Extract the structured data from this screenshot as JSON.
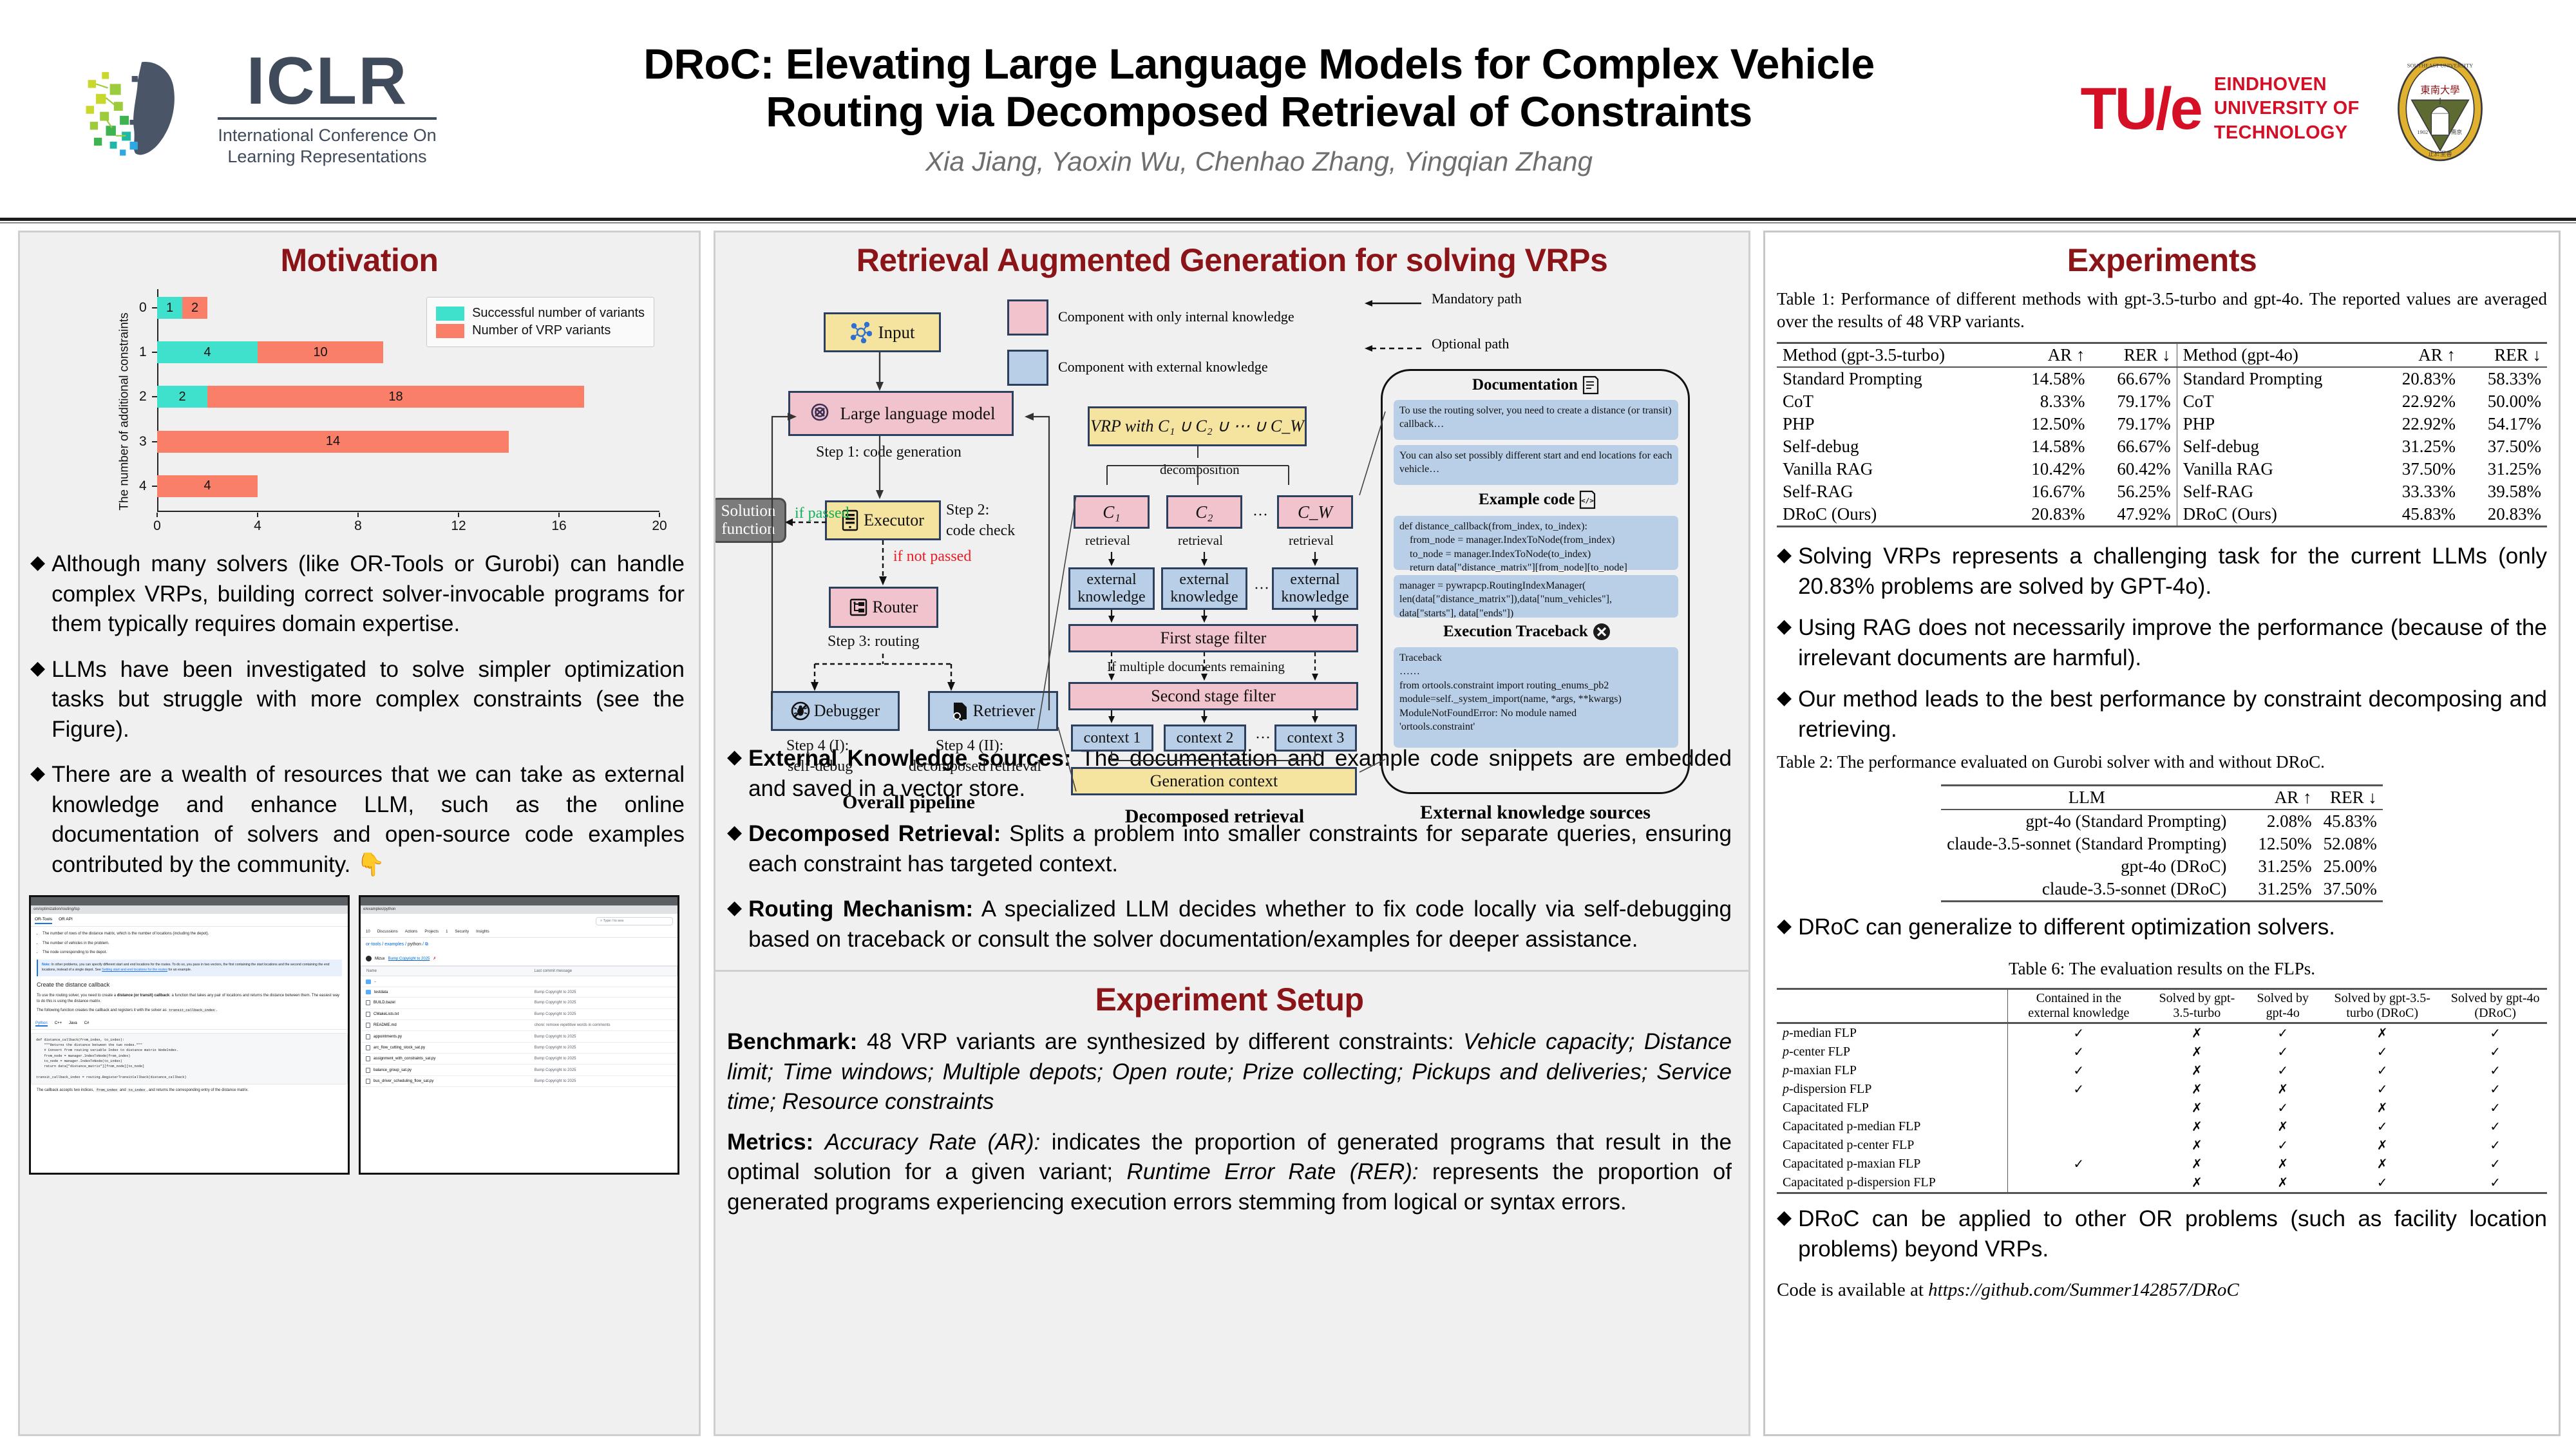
{
  "header": {
    "conference": {
      "acronym": "ICLR",
      "line1": "International Conference On",
      "line2": "Learning Representations"
    },
    "title_line1": "DRoC: Elevating Large Language Models for Complex Vehicle",
    "title_line2": "Routing via Decomposed Retrieval of Constraints",
    "authors": "Xia Jiang, Yaoxin Wu, Chenhao Zhang, Yingqian Zhang",
    "tue": {
      "logo": "TU/e",
      "l1": "EINDHOVEN",
      "l2": "UNIVERSITY OF",
      "l3": "TECHNOLOGY"
    },
    "seal": {
      "outer_top": "SOUTHEAST UNIVERSITY",
      "year": "1902",
      "city": "南京",
      "cn": "東南大學",
      "motto": "止於至善"
    },
    "accent_red": "#8b1418",
    "tue_red": "#d40f26"
  },
  "motivation": {
    "title": "Motivation",
    "bullets": [
      "Although many solvers (like OR-Tools or Gurobi) can handle complex VRPs, building correct solver-invocable programs for them typically requires domain expertise.",
      "LLMs have been investigated to solve simpler optimization tasks but struggle with more complex constraints (see the Figure).",
      "There are a wealth of resources that we can take as external knowledge and enhance LLM, such as the online documentation of solvers and open-source code examples contributed by the community. 👇"
    ]
  },
  "chart_data": {
    "type": "bar",
    "orientation": "horizontal",
    "stacked": true,
    "title": "",
    "xlabel": "",
    "ylabel": "The number of additional constraints",
    "categories": [
      "0",
      "1",
      "2",
      "3",
      "4"
    ],
    "xlim": [
      0,
      20
    ],
    "xticks": [
      0,
      4,
      8,
      12,
      16,
      20
    ],
    "grid": false,
    "legend_position": "top-right",
    "series": [
      {
        "name": "Successful number of variants",
        "color": "#3fe0cc",
        "values": [
          1,
          4,
          2,
          0,
          0
        ]
      },
      {
        "name": "Number of VRP variants",
        "color": "#fa7f68",
        "values": [
          2,
          10,
          18,
          14,
          4
        ]
      }
    ],
    "bar_spans": [
      {
        "category": "0",
        "teal_start": 0,
        "teal_end": 1,
        "teal_label": "1",
        "salmon_start": 1,
        "salmon_end": 2,
        "salmon_label": "2"
      },
      {
        "category": "1",
        "teal_start": 0,
        "teal_end": 4,
        "teal_label": "4",
        "salmon_start": 4,
        "salmon_end": 9,
        "salmon_label": "10"
      },
      {
        "category": "2",
        "teal_start": 0,
        "teal_end": 2,
        "teal_label": "2",
        "salmon_start": 2,
        "salmon_end": 17,
        "salmon_label": "18"
      },
      {
        "category": "3",
        "teal_start": 0,
        "teal_end": 0,
        "teal_label": "",
        "salmon_start": 0,
        "salmon_end": 14,
        "salmon_label": "14"
      },
      {
        "category": "4",
        "teal_start": 0,
        "teal_end": 0,
        "teal_label": "",
        "salmon_start": 0,
        "salmon_end": 4,
        "salmon_label": "4"
      }
    ]
  },
  "shot_docs": {
    "url": "om/optimization/routing/tsp",
    "tabs": [
      "OR-Tools",
      "OR API"
    ],
    "bullets": [
      "The number of rows of the distance matrix, which is the number of locations (including the depot).",
      "The number of vehicles in the problem.",
      "The node corresponding to the depot."
    ],
    "note_label": "Note:",
    "note": "In other problems, you can specify different start and end locations for the routes. To do so, you pass in two vectors, the first containing the start locations and the second containing the end locations, instead of a single depot. See",
    "note_link": "Setting start and end locations for the routes",
    "note_tail": "for an example.",
    "heading": "Create the distance callback",
    "p1a": "To use the routing solver, you need to create a ",
    "p1b": "distance (or transit) callback",
    "p1c": ": a function that takes any pair of locations and returns the distance between them. The easiest way to do this is using the distance matrix.",
    "p2a": "The following function creates the callback and registers it with the solver as ",
    "p2code": "transit_callback_index",
    "p2b": ".",
    "langs": [
      "Python",
      "C++",
      "Java",
      "C#"
    ],
    "code": "def distance_callback(from_index, to_index):\n    \"\"\"Returns the distance between the two nodes.\"\"\"\n    # Convert from routing variable Index to distance matrix NodeIndex.\n    from_node = manager.IndexToNode(from_index)\n    to_node = manager.IndexToNode(to_index)\n    return data[\"distance_matrix\"][from_node][to_node]\n\ntransit_callback_index = routing.RegisterTransitCallback(distance_callback)",
    "p3a": "The callback accepts two indices, ",
    "p3c1": "from_index",
    "p3b": " and ",
    "p3c2": "to_index",
    "p3c": ", and returns the corresponding entry of the distance matrix."
  },
  "shot_github": {
    "url": "e/examples/python",
    "search_placeholder": "Type / to sea",
    "nav": [
      "10",
      "Discussions",
      "Actions",
      "Projects",
      "1",
      "Security",
      "Insights"
    ],
    "breadcrumb_a": "or-tools",
    "breadcrumb_b": "examples",
    "breadcrumb_c": "python",
    "commit_user": "Mizux",
    "commit_msg": "Bump Copyright to 2025",
    "col_name": "Name",
    "col_msg": "Last commit message",
    "rows": [
      {
        "type": "dir",
        "name": "..",
        "msg": ""
      },
      {
        "type": "dir",
        "name": "testdata",
        "msg": "Bump Copyright to 2025"
      },
      {
        "type": "file",
        "name": "BUILD.bazel",
        "msg": "Bump Copyright to 2025"
      },
      {
        "type": "file",
        "name": "CMakeLists.txt",
        "msg": "Bump Copyright to 2025"
      },
      {
        "type": "file",
        "name": "README.md",
        "msg": "chore: remove repetitive words in comments"
      },
      {
        "type": "file",
        "name": "appointments.py",
        "msg": "Bump Copyright to 2025"
      },
      {
        "type": "file",
        "name": "arc_flow_cutting_stock_sat.py",
        "msg": "Bump Copyright to 2025"
      },
      {
        "type": "file",
        "name": "assignment_with_constraints_sat.py",
        "msg": "Bump Copyright to 2025"
      },
      {
        "type": "file",
        "name": "balance_group_sat.py",
        "msg": "Bump Copyright to 2025"
      },
      {
        "type": "file",
        "name": "bus_driver_scheduling_flow_sat.py",
        "msg": "Bump Copyright to 2025"
      }
    ]
  },
  "rag": {
    "title": "Retrieval Augmented Generation for solving VRPs",
    "legend": {
      "internal": "Component with only internal knowledge",
      "external": "Component with external knowledge",
      "mandatory": "Mandatory path",
      "optional": "Optional path"
    },
    "pipeline": {
      "input": "Input",
      "llm": "Large language model",
      "executor": "Executor",
      "router": "Router",
      "debugger": "Debugger",
      "retriever": "Retriever",
      "solution": "Solution\nfunction",
      "step1": "Step 1: code generation",
      "step2a": "Step 2:",
      "step2b": "code check",
      "step3": "Step 3: routing",
      "step4a1": "Step 4 (I):",
      "step4a2": "self-debug",
      "step4b1": "Step 4 (II):",
      "step4b2": "decomposed retrieval",
      "if_passed": "if passed",
      "if_not_passed": "if not passed",
      "caption": "Overall pipeline"
    },
    "decomp": {
      "vrp": "VRP with C₁ ∪ C₂ ∪ ⋯ ∪ C_W",
      "decomposition": "decomposition",
      "c1": "C₁",
      "c2": "C₂",
      "cw": "C_W",
      "retrieval": "retrieval",
      "ek": "external\nknowledge",
      "first": "First stage filter",
      "cond": "If multiple documents remaining",
      "second": "Second stage filter",
      "ctx1": "context 1",
      "ctx2": "context 2",
      "ctx3": "context 3",
      "gen": "Generation context",
      "dots": "···",
      "caption": "Decomposed retrieval"
    },
    "sources": {
      "doc_head": "Documentation",
      "doc1": "To use the routing solver, you need to create a distance (or transit) callback…",
      "doc2": "You can also set possibly different start and end locations for each vehicle…",
      "code_head": "Example code",
      "code1": "def distance_callback(from_index, to_index):\n    from_node = manager.IndexToNode(from_index)\n    to_node = manager.IndexToNode(to_index)\n    return data[\"distance_matrix\"][from_node][to_node]",
      "code2": "manager = pywrapcp.RoutingIndexManager(\nlen(data[\"distance_matrix\"]),data[\"num_vehicles\"],\ndata[\"starts\"], data[\"ends\"])",
      "tb_head": "Execution Traceback",
      "tb1": "Traceback",
      "tb2": "……\nfrom ortools.constraint import routing_enums_pb2\nmodule=self._system_import(name, *args, **kwargs)\nModuleNotFoundError: No module named\n'ortools.constraint'",
      "caption": "External knowledge sources"
    },
    "bullets": [
      {
        "lead": "External Knowledge sources:",
        "text": " The documentation and example code snippets are embedded and saved in a vector store."
      },
      {
        "lead": "Decomposed Retrieval:",
        "text": " Splits a problem into smaller constraints for separate queries, ensuring each constraint has targeted context."
      },
      {
        "lead": "Routing Mechanism:",
        "text": " A specialized LLM decides whether to fix code locally via self-debugging based on traceback or consult the solver documentation/examples for deeper assistance."
      }
    ]
  },
  "setup": {
    "title": "Experiment Setup",
    "benchmark_lead": "Benchmark:",
    "benchmark_text": " 48 VRP variants are synthesized by different constraints: ",
    "benchmark_italic": "Vehicle capacity; Distance limit; Time windows; Multiple depots; Open route; Prize collecting; Pickups and deliveries; Service time; Resource constraints",
    "metrics_lead": "Metrics:",
    "metrics_i1": "Accuracy Rate (AR):",
    "metrics_t1": " indicates the proportion of generated programs that result in the optimal solution for a given variant; ",
    "metrics_i2": "Runtime Error Rate (RER):",
    "metrics_t2": " represents the proportion of generated programs experiencing execution errors stemming from logical or syntax errors."
  },
  "experiments": {
    "title": "Experiments",
    "table1_caption": "Table 1: Performance of different methods with gpt-3.5-turbo and gpt-4o. The reported values are averaged over the results of 48 VRP variants.",
    "table1": {
      "headers_left": [
        "Method (gpt-3.5-turbo)",
        "AR ↑",
        "RER ↓"
      ],
      "headers_right": [
        "Method (gpt-4o)",
        "AR ↑",
        "RER ↓"
      ],
      "rows": [
        {
          "method": "Standard Prompting",
          "ar35": "14.58%",
          "rer35": "66.67%",
          "method4o": "Standard Prompting",
          "ar4o": "20.83%",
          "rer4o": "58.33%",
          "bold": false
        },
        {
          "method": "CoT",
          "ar35": "8.33%",
          "rer35": "79.17%",
          "method4o": "CoT",
          "ar4o": "22.92%",
          "rer4o": "50.00%",
          "bold": false
        },
        {
          "method": "PHP",
          "ar35": "12.50%",
          "rer35": "79.17%",
          "method4o": "PHP",
          "ar4o": "22.92%",
          "rer4o": "54.17%",
          "bold": false
        },
        {
          "method": "Self-debug",
          "ar35": "14.58%",
          "rer35": "66.67%",
          "method4o": "Self-debug",
          "ar4o": "31.25%",
          "rer4o": "37.50%",
          "bold": false
        },
        {
          "method": "Vanilla RAG",
          "ar35": "10.42%",
          "rer35": "60.42%",
          "method4o": "Vanilla RAG",
          "ar4o": "37.50%",
          "rer4o": "31.25%",
          "bold": false
        },
        {
          "method": "Self-RAG",
          "ar35": "16.67%",
          "rer35": "56.25%",
          "method4o": "Self-RAG",
          "ar4o": "33.33%",
          "rer4o": "39.58%",
          "bold": false
        },
        {
          "method": "DRoC (Ours)",
          "ar35": "20.83%",
          "rer35": "47.92%",
          "method4o": "DRoC (Ours)",
          "ar4o": "45.83%",
          "rer4o": "20.83%",
          "bold": true
        }
      ]
    },
    "bullets_1": [
      "Solving VRPs represents a challenging task for the current LLMs (only 20.83% problems are solved by GPT-4o).",
      "Using RAG does not necessarily improve the performance (because of the irrelevant documents are harmful).",
      "Our method leads to the best performance by constraint decomposing and retrieving."
    ],
    "table2_caption": "Table 2: The performance evaluated on Gurobi solver with and without DRoC.",
    "table2": {
      "headers": [
        "LLM",
        "AR ↑",
        "RER ↓"
      ],
      "rows": [
        {
          "llm": "gpt-4o (Standard Prompting)",
          "ar": "2.08%",
          "rer": "45.83%",
          "bold": false
        },
        {
          "llm": "claude-3.5-sonnet (Standard Prompting)",
          "ar": "12.50%",
          "rer": "52.08%",
          "bold": false
        },
        {
          "llm": "gpt-4o (DRoC)",
          "ar": "31.25%",
          "rer": "25.00%",
          "bold": true
        },
        {
          "llm": "claude-3.5-sonnet (DRoC)",
          "ar": "31.25%",
          "rer": "37.50%",
          "bold": true
        }
      ]
    },
    "bullet_2": "DRoC can generalize to different optimization solvers.",
    "table6_caption": "Table 6: The evaluation results on the FLPs.",
    "table6": {
      "headers": [
        "",
        "Contained in the external knowledge",
        "Solved by gpt-3.5-turbo",
        "Solved by gpt-4o",
        "Solved by gpt-3.5-turbo (DRoC)",
        "Solved by gpt-4o (DRoC)"
      ],
      "rows": [
        {
          "name": "p-median FLP",
          "italic_p": true,
          "c": [
            "✓",
            "✗",
            "✓",
            "✗",
            "✓"
          ]
        },
        {
          "name": "p-center FLP",
          "italic_p": true,
          "c": [
            "✓",
            "✗",
            "✓",
            "✓",
            "✓"
          ]
        },
        {
          "name": "p-maxian FLP",
          "italic_p": true,
          "c": [
            "✓",
            "✗",
            "✓",
            "✓",
            "✓"
          ]
        },
        {
          "name": "p-dispersion FLP",
          "italic_p": true,
          "c": [
            "✓",
            "✗",
            "✗",
            "✓",
            "✓"
          ]
        },
        {
          "name": "Capacitated FLP",
          "italic_p": false,
          "c": [
            "",
            "✗",
            "✓",
            "✗",
            "✓"
          ]
        },
        {
          "name": "Capacitated p-median FLP",
          "italic_p": false,
          "c": [
            "",
            "✗",
            "✗",
            "✓",
            "✓"
          ]
        },
        {
          "name": "Capacitated p-center FLP",
          "italic_p": false,
          "c": [
            "",
            "✗",
            "✓",
            "✗",
            "✓"
          ]
        },
        {
          "name": "Capacitated p-maxian FLP",
          "italic_p": false,
          "c": [
            "✓",
            "✗",
            "✗",
            "✗",
            "✓"
          ]
        },
        {
          "name": "Capacitated p-dispersion FLP",
          "italic_p": false,
          "c": [
            "",
            "✗",
            "✗",
            "✓",
            "✓"
          ]
        }
      ]
    },
    "bullet_3": "DRoC can be applied to other OR problems (such as facility location problems) beyond VRPs.",
    "code_lead": "Code is available at ",
    "code_url": "https://github.com/Summer142857/DRoC"
  }
}
